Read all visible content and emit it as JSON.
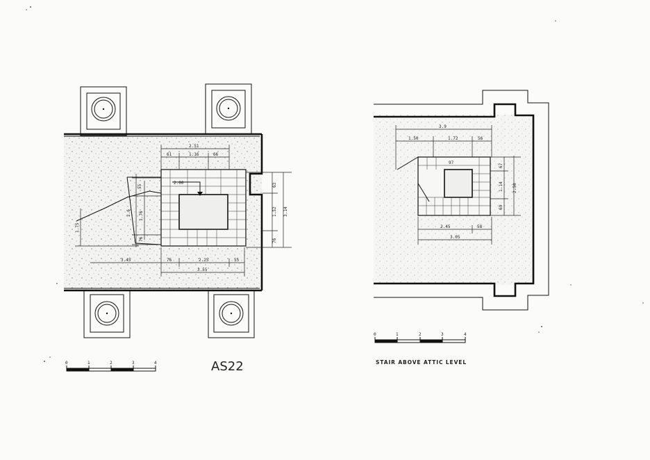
{
  "left_plan": {
    "title": "AS22",
    "dimensions": {
      "top_overall": "2.51",
      "top_a": "61",
      "top_b": "1.16",
      "top_c": "66",
      "inner_label": "2.00",
      "left_a": "55",
      "left_b": "2.6",
      "left_c": "1.76",
      "left_d": "76",
      "left_far": "1.75",
      "bottom_left": "3.45",
      "bottom_a": "76",
      "bottom_b": "2.25",
      "bottom_c": "55",
      "bottom_overall": "3.55",
      "right_a": "63",
      "right_b": "1.52",
      "right_c": "76",
      "right_overall": "3.14"
    }
  },
  "right_plan": {
    "caption": "STAIR ABOVE ATTIC LEVEL",
    "dimensions": {
      "top_overall": "3.9",
      "top_a": "1.50",
      "top_b": "1.72",
      "top_c": "56",
      "inner_label": "97",
      "right_a": "67",
      "right_b": "1.14",
      "right_c": "69",
      "right_overall": "2.50",
      "bottom_a": "2.45",
      "bottom_b": "58",
      "bottom_overall": "3.05"
    }
  },
  "scale_bars": [
    {
      "ticks": [
        "0",
        "1",
        "2",
        "3",
        "4"
      ]
    },
    {
      "ticks": [
        "0",
        "1",
        "2",
        "3",
        "4"
      ]
    }
  ]
}
